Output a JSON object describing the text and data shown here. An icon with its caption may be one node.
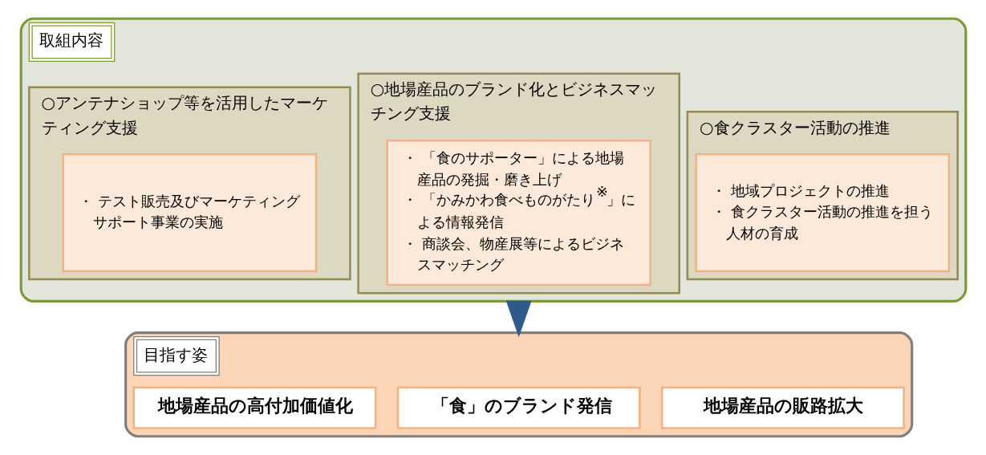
{
  "diagram": {
    "nodes": [
      {
        "text": [
          "取組内容"
        ]
      },
      {
        "text": [
          "○アンテナショップ等を活用したマーケティング支援"
        ],
        "in": 0
      },
      {
        "text": [
          "・ テスト販売及びマーケティングサポート事業の実施"
        ],
        "in": 1
      },
      {
        "text": [
          "○地場産品のブランド化とビジネスマッチング支援"
        ],
        "in": 0
      },
      {
        "text": [
          "・ 「食のサポーター」による地場産品の発掘・磨き上げ",
          "・ 「かみかわ食べものがたり$^{※}$」による情報発信",
          "・ 商談会、物産展等によるビジネスマッチング"
        ],
        "in": 3
      },
      {
        "text": [
          "○食クラスター活動の推進"
        ],
        "in": 0
      },
      {
        "text": [
          "・ 地域プロジェクトの推進",
          "・ 食クラスター活動の推進を担う人材の育成"
        ],
        "in": 5
      },
      {
        "text": [
          "目指す姿"
        ]
      },
      {
        "text": [
          "地場産品の高付加価値化"
        ],
        "in": 7
      },
      {
        "text": [
          "「食」のブランド発信"
        ],
        "in": 7
      },
      {
        "text": [
          "地場産品の販路拡大"
        ],
        "in": 7
      }
    ],
    "edges": [
      {
        "from": 0,
        "to": 7,
        "arrow": "to",
        "color": "#2f5b8c"
      }
    ]
  }
}
